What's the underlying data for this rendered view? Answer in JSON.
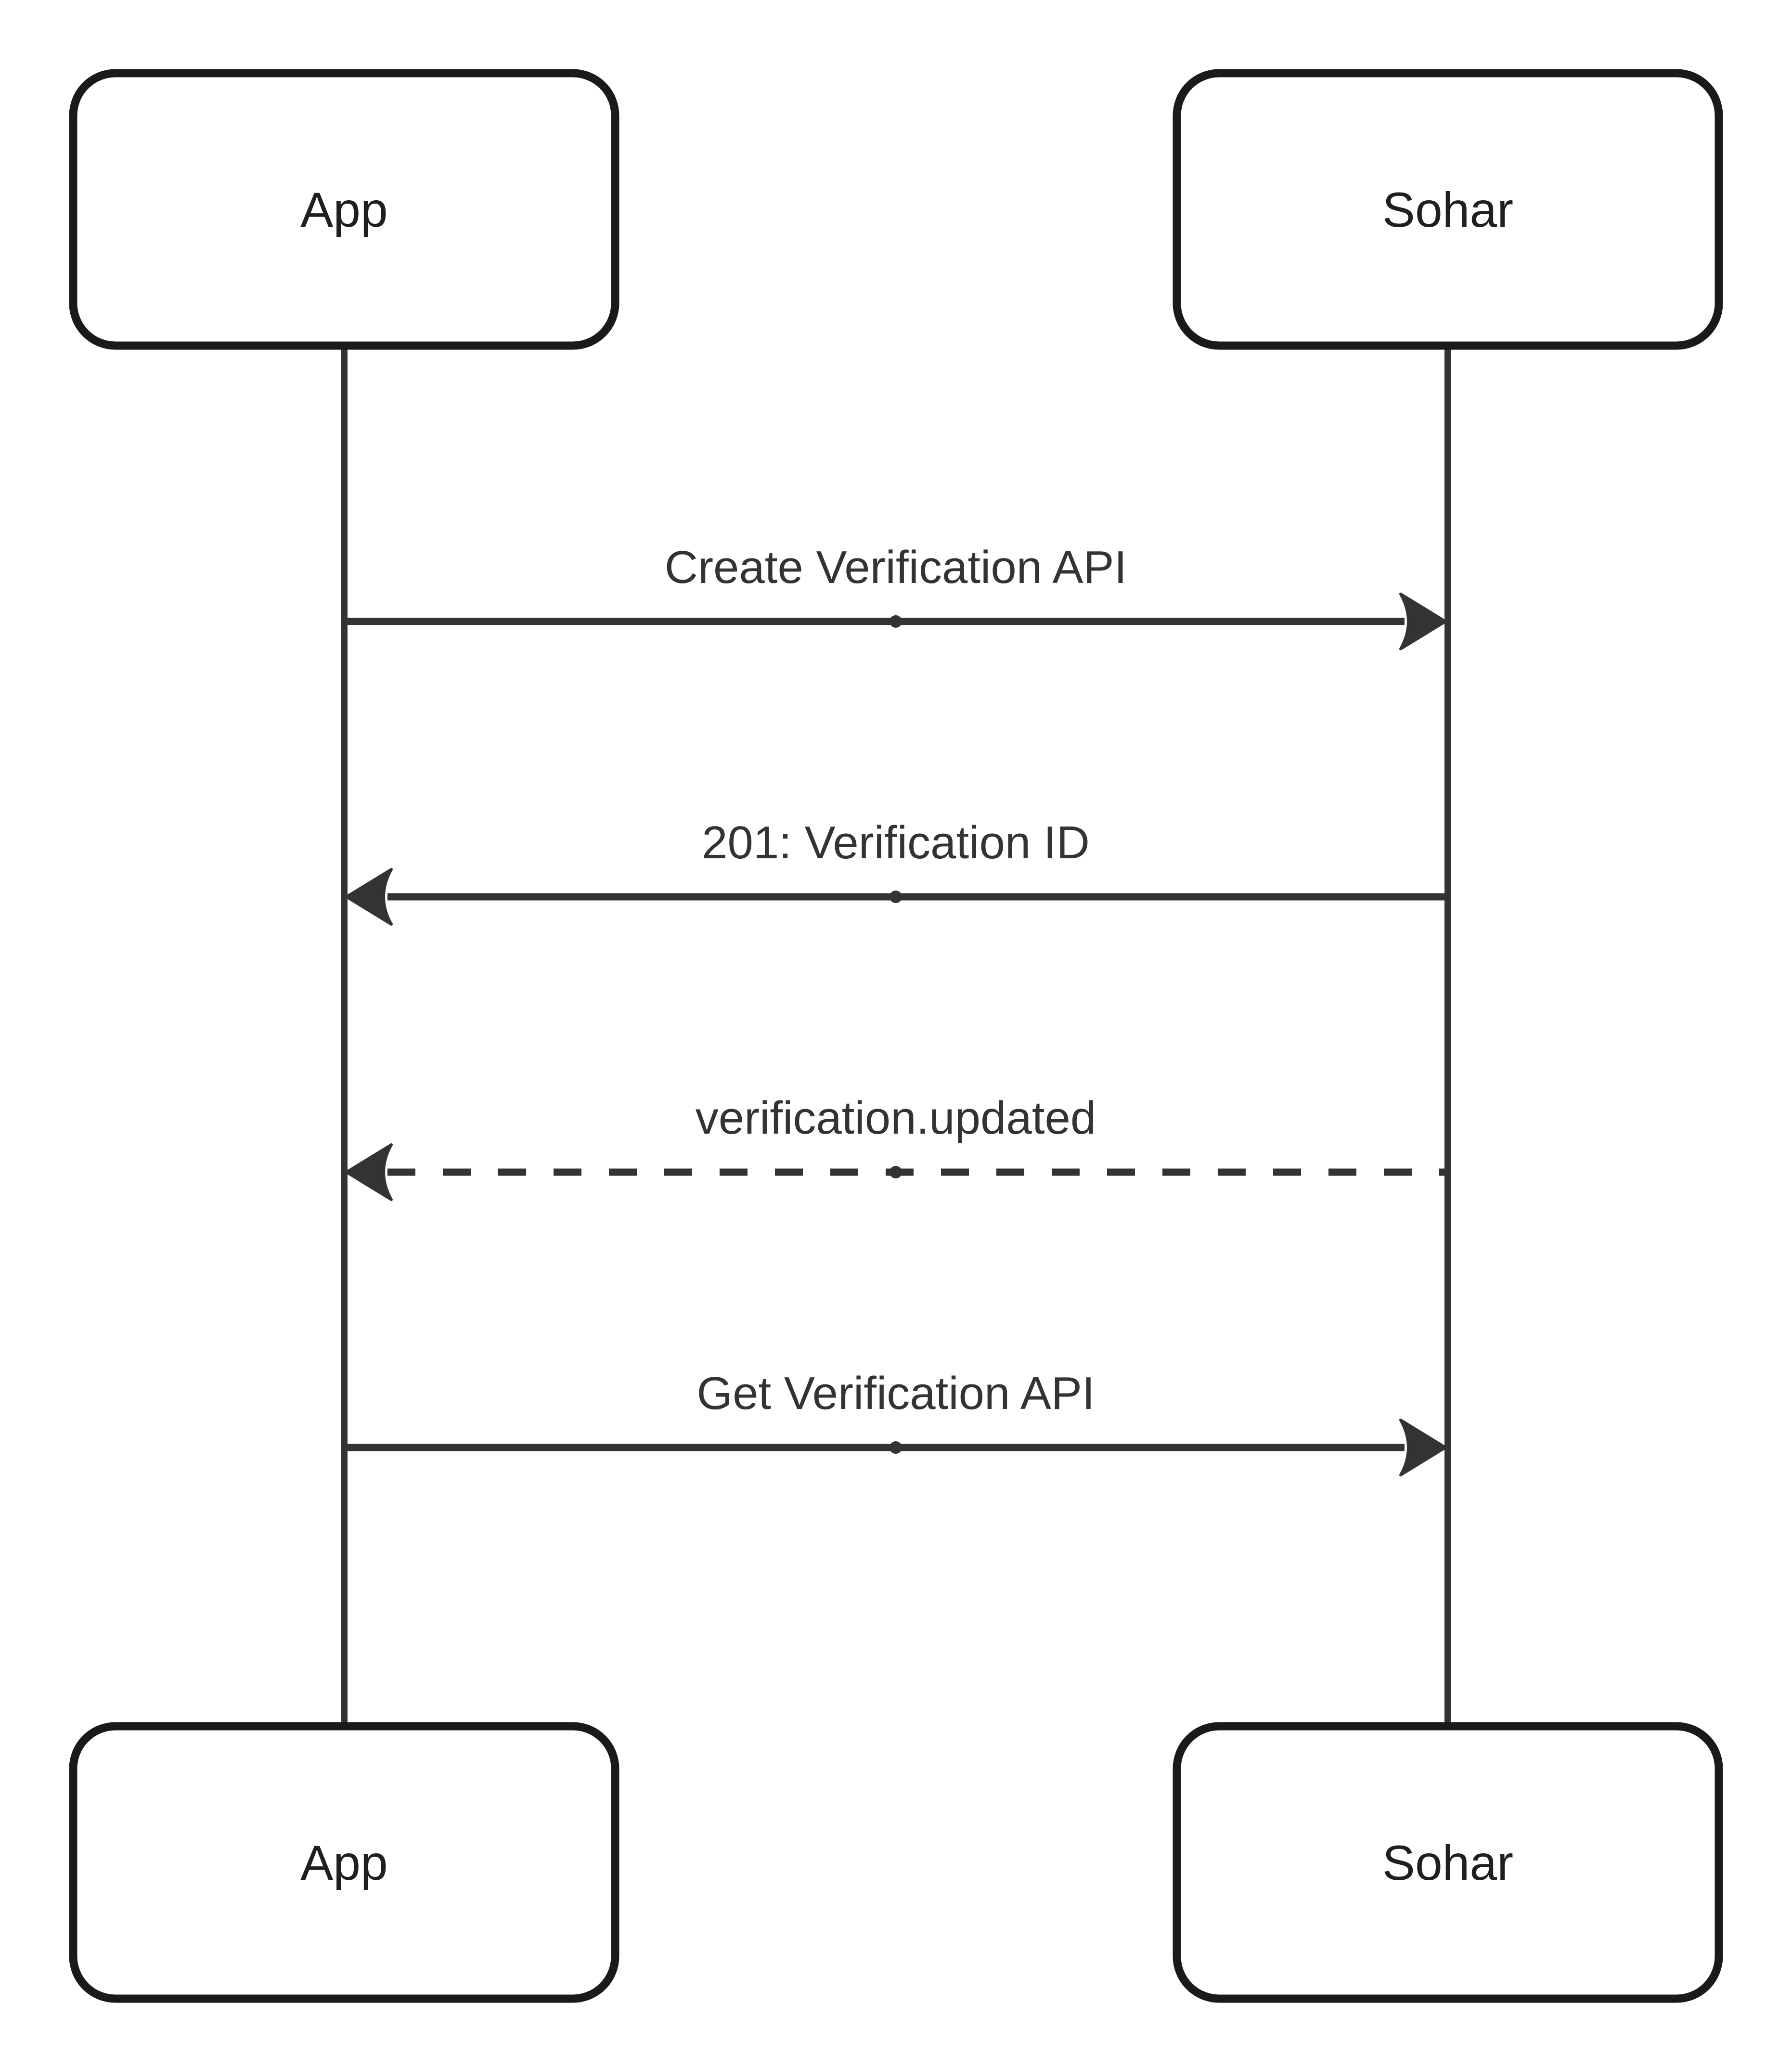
{
  "diagram": {
    "type": "sequence-diagram",
    "participants": [
      {
        "id": "app",
        "label": "App"
      },
      {
        "id": "sohar",
        "label": "Sohar"
      }
    ],
    "messages": [
      {
        "index": 1,
        "from": "App",
        "to": "Sohar",
        "label": "Create Verification API",
        "line_style": "solid",
        "arrow_direction": "right"
      },
      {
        "index": 2,
        "from": "Sohar",
        "to": "App",
        "label": "201: Verification ID",
        "line_style": "solid",
        "arrow_direction": "left"
      },
      {
        "index": 3,
        "from": "Sohar",
        "to": "App",
        "label": "verification.updated",
        "line_style": "dashed",
        "arrow_direction": "left"
      },
      {
        "index": 4,
        "from": "App",
        "to": "Sohar",
        "label": "Get Verification API",
        "line_style": "solid",
        "arrow_direction": "right"
      }
    ],
    "colors": {
      "background": "#ffffff",
      "actor_fill": "#ffffff",
      "actor_border": "#1a1a1a",
      "actor_text": "#1f1f1f",
      "message_line": "#333333",
      "message_text": "#333333"
    }
  }
}
